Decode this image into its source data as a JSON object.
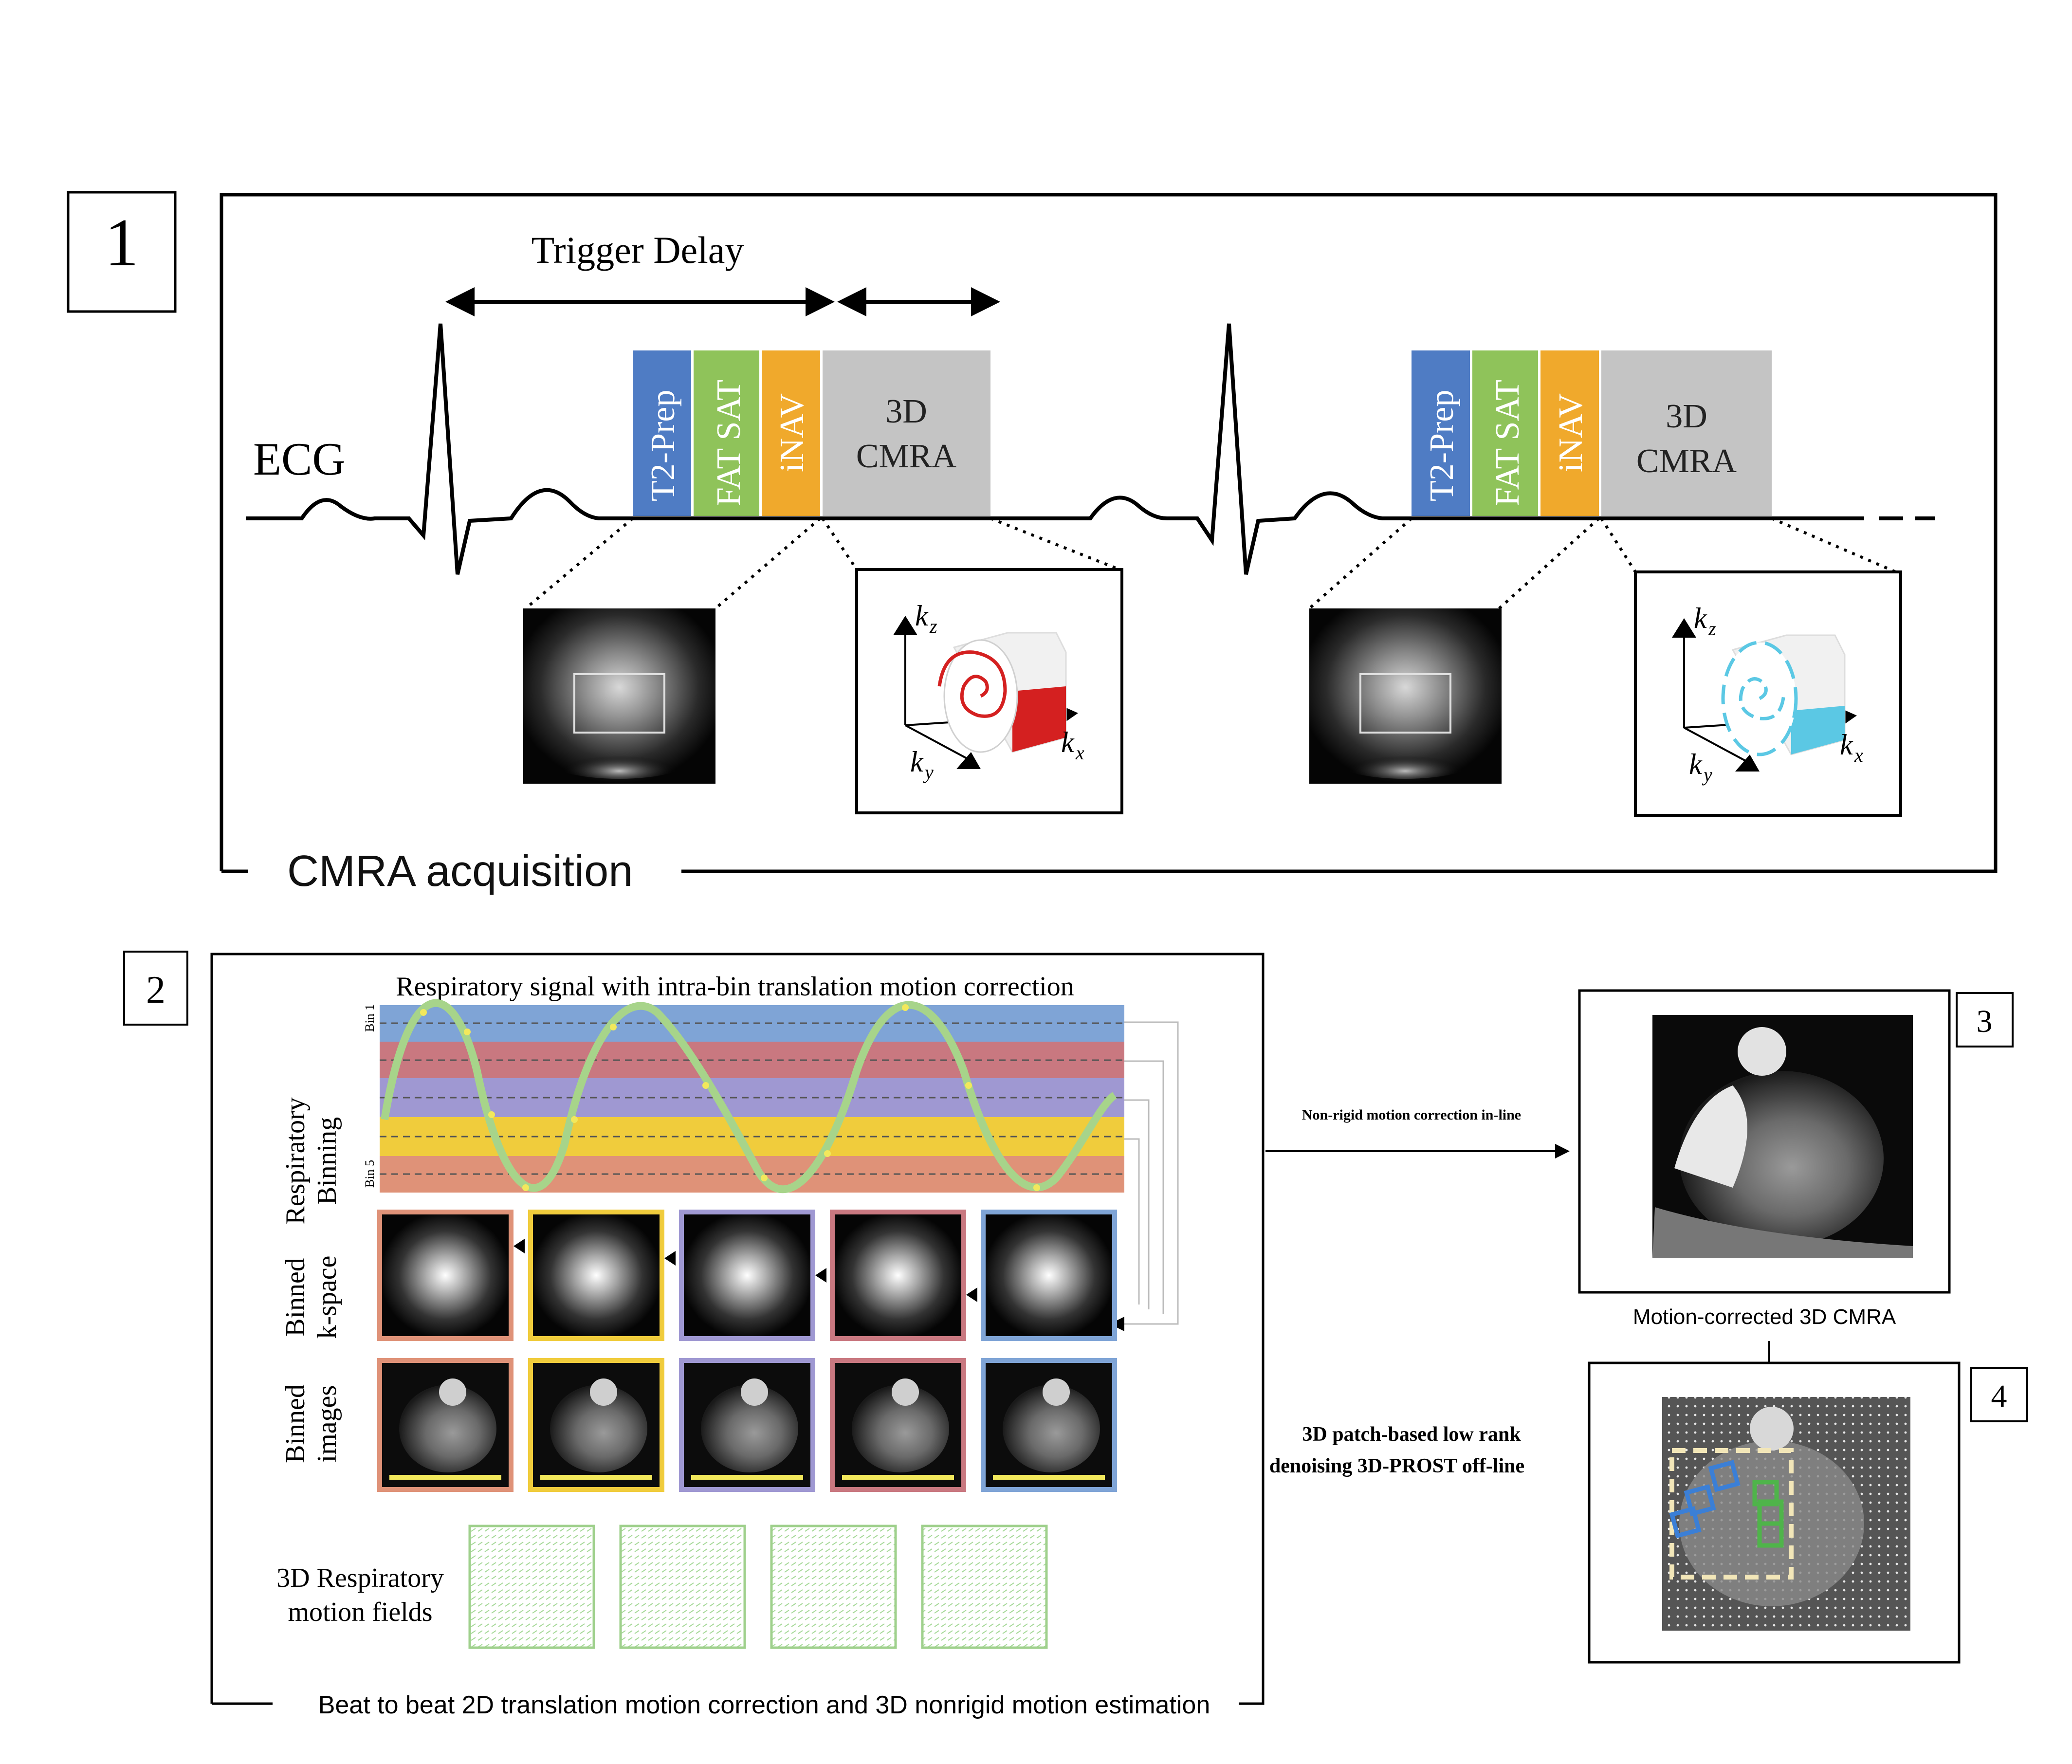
{
  "panel1": {
    "number": "1",
    "caption": "CMRA acquisition",
    "trigger_delay": "Trigger Delay",
    "ecg_label": "ECG",
    "blocks": [
      "T2-Prep",
      "FAT SAT",
      "iNAV"
    ],
    "cmra_line1": "3D",
    "cmra_line2": "CMRA",
    "axis_kz": "k",
    "axis_kz_sub": "z",
    "axis_ky": "k",
    "axis_ky_sub": "y",
    "axis_kx": "k",
    "axis_kx_sub": "x",
    "colors": {
      "t2prep": "#4f7cc4",
      "fatsat": "#8fc35a",
      "inav": "#f0a92c",
      "cmra": "#c4c4c4",
      "spiral_red": "#d42020",
      "spiral_cyan": "#5bc8e4"
    }
  },
  "panel2": {
    "number": "2",
    "title": "Respiratory signal with intra-bin translation motion correction",
    "row_resp_1": "Respiratory",
    "row_resp_2": "Binning",
    "bin1": "Bin 1",
    "bin5": "Bin 5",
    "row_kspace_1": "Binned",
    "row_kspace_2": "k-space",
    "row_images_1": "Binned",
    "row_images_2": "images",
    "row_fields_1": "3D Respiratory",
    "row_fields_2": "motion fields",
    "caption": "Beat to beat 2D translation motion correction and 3D nonrigid motion estimation",
    "bin_colors": [
      "#df9278",
      "#f0cc3c",
      "#9f98d2",
      "#c97880",
      "#7fa4d6"
    ]
  },
  "arrow_nonrigid": "Non-rigid motion correction in-line",
  "arrow_prost_1": "3D patch-based low rank",
  "arrow_prost_2": "denoising 3D-PROST off-line",
  "panel3": {
    "number": "3",
    "caption": "Motion-corrected 3D CMRA"
  },
  "panel4": {
    "number": "4"
  }
}
